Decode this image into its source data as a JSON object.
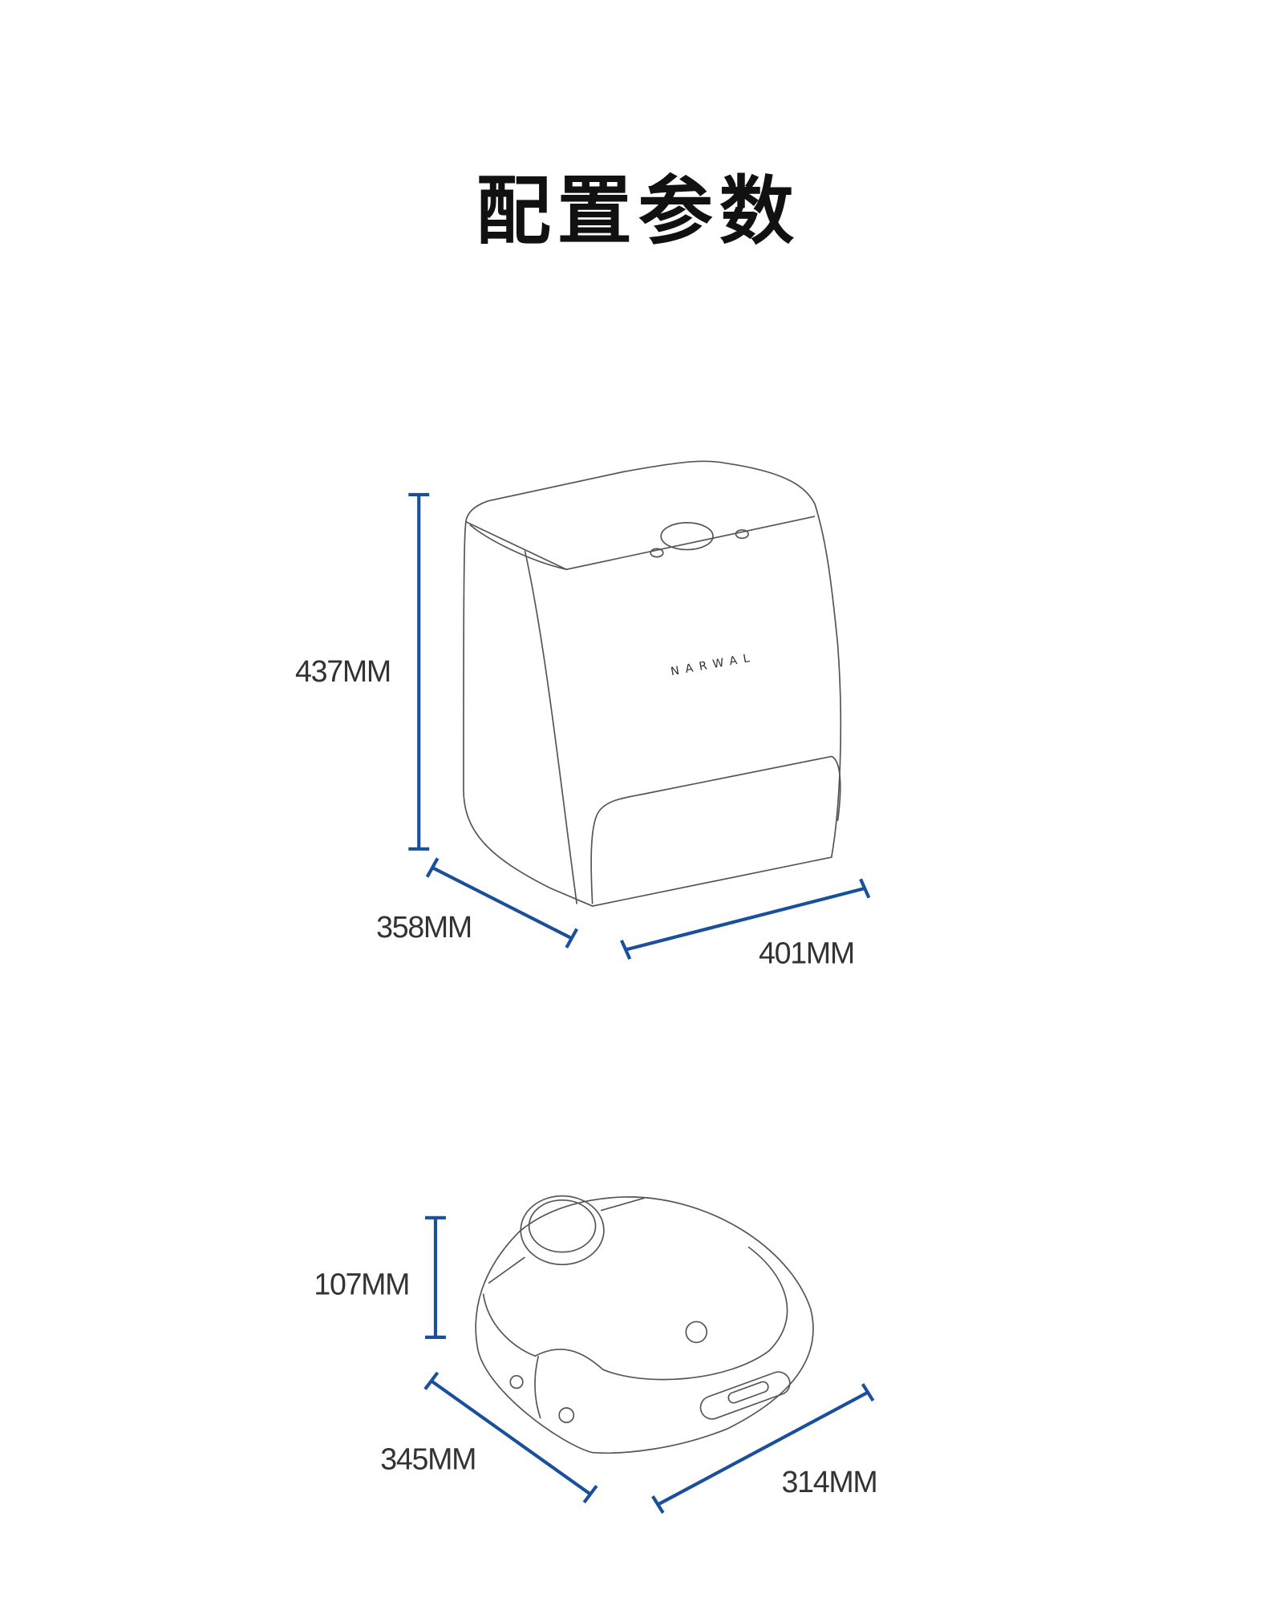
{
  "title": "配置参数",
  "base_station": {
    "brand_logo": "NARWAL",
    "height": "437MM",
    "depth": "358MM",
    "width": "401MM"
  },
  "robot": {
    "height": "107MM",
    "depth": "345MM",
    "width": "314MM"
  },
  "colors": {
    "dimension_line": "#1a4f9c",
    "text": "#333333"
  }
}
